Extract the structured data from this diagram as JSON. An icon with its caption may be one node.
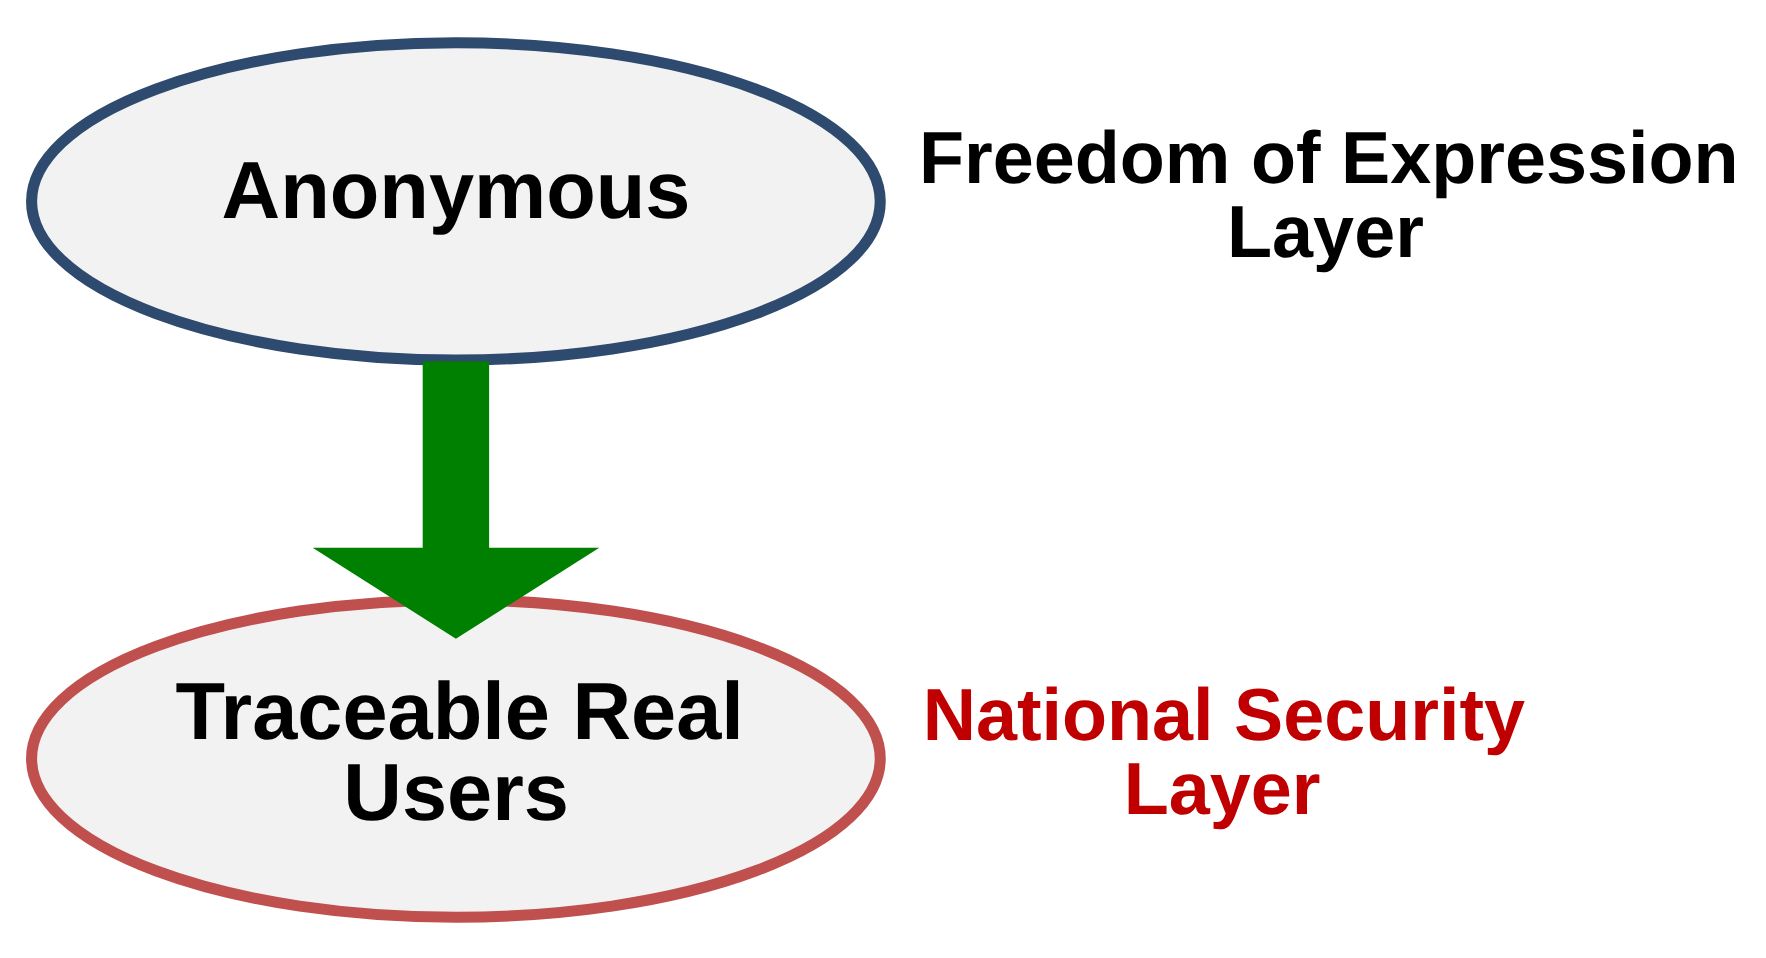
{
  "diagram": {
    "nodes": [
      {
        "text": [
          "Anonymous"
        ],
        "beside": [
          "Freedom of Expression Layer"
        ]
      },
      {
        "text": [
          "Traceable Real Users"
        ],
        "beside": [
          "National Security Layer"
        ]
      }
    ],
    "edges": [
      {
        "from": 0,
        "to": 1,
        "arrow": "to",
        "color": "#008000"
      }
    ]
  }
}
